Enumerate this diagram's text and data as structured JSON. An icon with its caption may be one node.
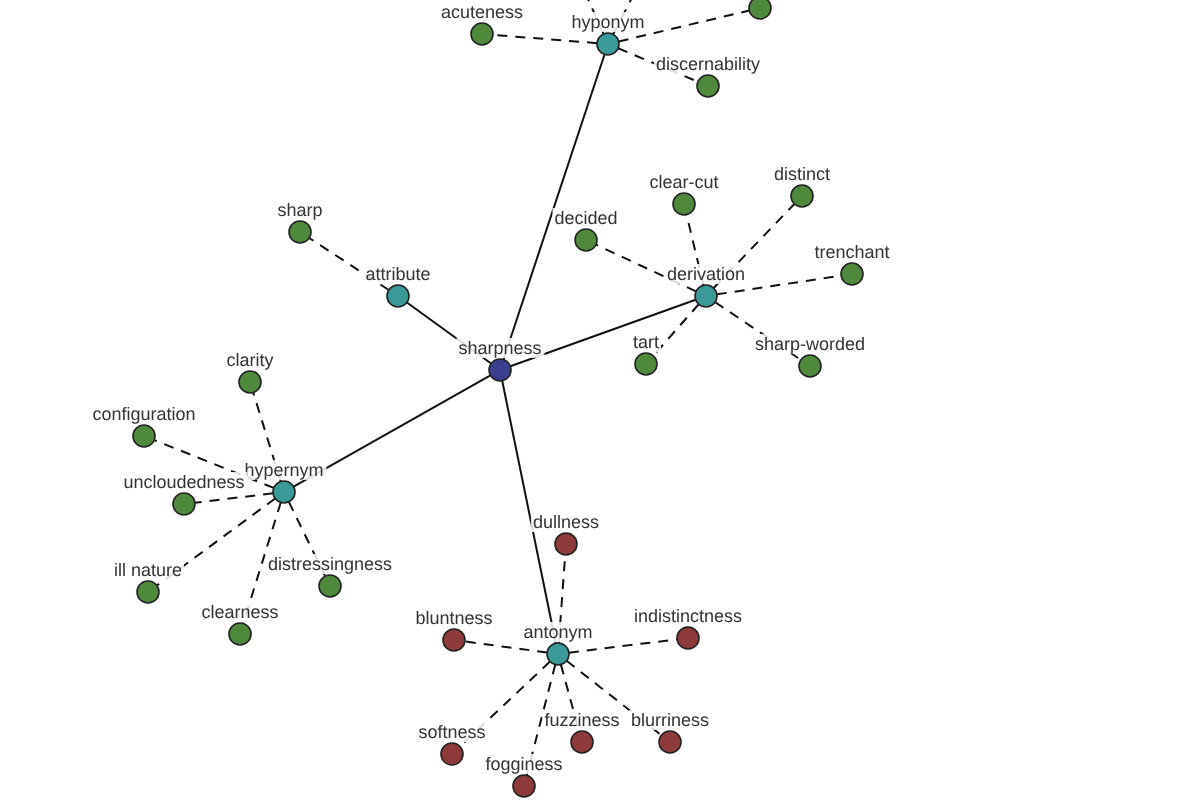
{
  "diagram": {
    "nodes": [
      {
        "text": [
          "sharpness"
        ]
      },
      {
        "text": [
          "hyponym"
        ]
      },
      {
        "text": [
          "derivation"
        ]
      },
      {
        "text": [
          "attribute"
        ]
      },
      {
        "text": [
          "hypernym"
        ]
      },
      {
        "text": [
          "antonym"
        ]
      },
      {
        "text": [
          "acuteness"
        ]
      },
      {
        "text": [],
        "shape": "circle"
      },
      {
        "text": [
          "discernability"
        ]
      },
      {
        "text": [
          "decided"
        ]
      },
      {
        "text": [
          "clear-cut"
        ]
      },
      {
        "text": [
          "distinct"
        ]
      },
      {
        "text": [
          "trenchant"
        ]
      },
      {
        "text": [
          "tart"
        ]
      },
      {
        "text": [
          "sharp-worded"
        ]
      },
      {
        "text": [
          "sharp"
        ]
      },
      {
        "text": [
          "clarity"
        ]
      },
      {
        "text": [
          "configuration"
        ]
      },
      {
        "text": [
          "uncloudedness"
        ]
      },
      {
        "text": [
          "ill nature"
        ]
      },
      {
        "text": [
          "distressingness"
        ]
      },
      {
        "text": [
          "clearness"
        ]
      },
      {
        "text": [
          "dullness"
        ]
      },
      {
        "text": [
          "bluntness"
        ]
      },
      {
        "text": [
          "indistinctness"
        ]
      },
      {
        "text": [
          "softness"
        ]
      },
      {
        "text": [
          "fuzziness"
        ]
      },
      {
        "text": [
          "blurriness"
        ]
      },
      {
        "text": [
          "fogginess"
        ]
      }
    ],
    "edges": [
      {
        "from": 0,
        "to": 1,
        "arrow": "none"
      },
      {
        "from": 0,
        "to": 2,
        "arrow": "none"
      },
      {
        "from": 0,
        "to": 3,
        "arrow": "none"
      },
      {
        "from": 0,
        "to": 4,
        "arrow": "none"
      },
      {
        "from": 0,
        "to": 5,
        "arrow": "none"
      },
      {
        "from": 1,
        "to": 6,
        "arrow": "none",
        "style": "dashed"
      },
      {
        "from": 1,
        "to": 7,
        "arrow": "none",
        "style": "dashed"
      },
      {
        "from": 1,
        "to": 8,
        "arrow": "none",
        "style": "dashed"
      },
      {
        "from": 1,
        "to": null,
        "arrow": "none",
        "style": "dashed"
      },
      {
        "from": 1,
        "to": null,
        "arrow": "none",
        "style": "dashed"
      },
      {
        "from": 2,
        "to": 9,
        "arrow": "none",
        "style": "dashed"
      },
      {
        "from": 2,
        "to": 10,
        "arrow": "none",
        "style": "dashed"
      },
      {
        "from": 2,
        "to": 11,
        "arrow": "none",
        "style": "dashed"
      },
      {
        "from": 2,
        "to": 12,
        "arrow": "none",
        "style": "dashed"
      },
      {
        "from": 2,
        "to": 13,
        "arrow": "none",
        "style": "dashed"
      },
      {
        "from": 2,
        "to": 14,
        "arrow": "none",
        "style": "dashed"
      },
      {
        "from": 3,
        "to": 15,
        "arrow": "none",
        "style": "dashed"
      },
      {
        "from": 4,
        "to": 16,
        "arrow": "none",
        "style": "dashed"
      },
      {
        "from": 4,
        "to": 17,
        "arrow": "none",
        "style": "dashed"
      },
      {
        "from": 4,
        "to": 18,
        "arrow": "none",
        "style": "dashed"
      },
      {
        "from": 4,
        "to": 19,
        "arrow": "none",
        "style": "dashed"
      },
      {
        "from": 4,
        "to": 20,
        "arrow": "none",
        "style": "dashed"
      },
      {
        "from": 4,
        "to": 21,
        "arrow": "none",
        "style": "dashed"
      },
      {
        "from": 5,
        "to": 22,
        "arrow": "none",
        "style": "dashed"
      },
      {
        "from": 5,
        "to": 23,
        "arrow": "none",
        "style": "dashed"
      },
      {
        "from": 5,
        "to": 24,
        "arrow": "none",
        "style": "dashed"
      },
      {
        "from": 5,
        "to": 25,
        "arrow": "none",
        "style": "dashed"
      },
      {
        "from": 5,
        "to": 26,
        "arrow": "none",
        "style": "dashed"
      },
      {
        "from": 5,
        "to": 27,
        "arrow": "none",
        "style": "dashed"
      },
      {
        "from": 5,
        "to": 28,
        "arrow": "none",
        "style": "dashed"
      }
    ]
  }
}
